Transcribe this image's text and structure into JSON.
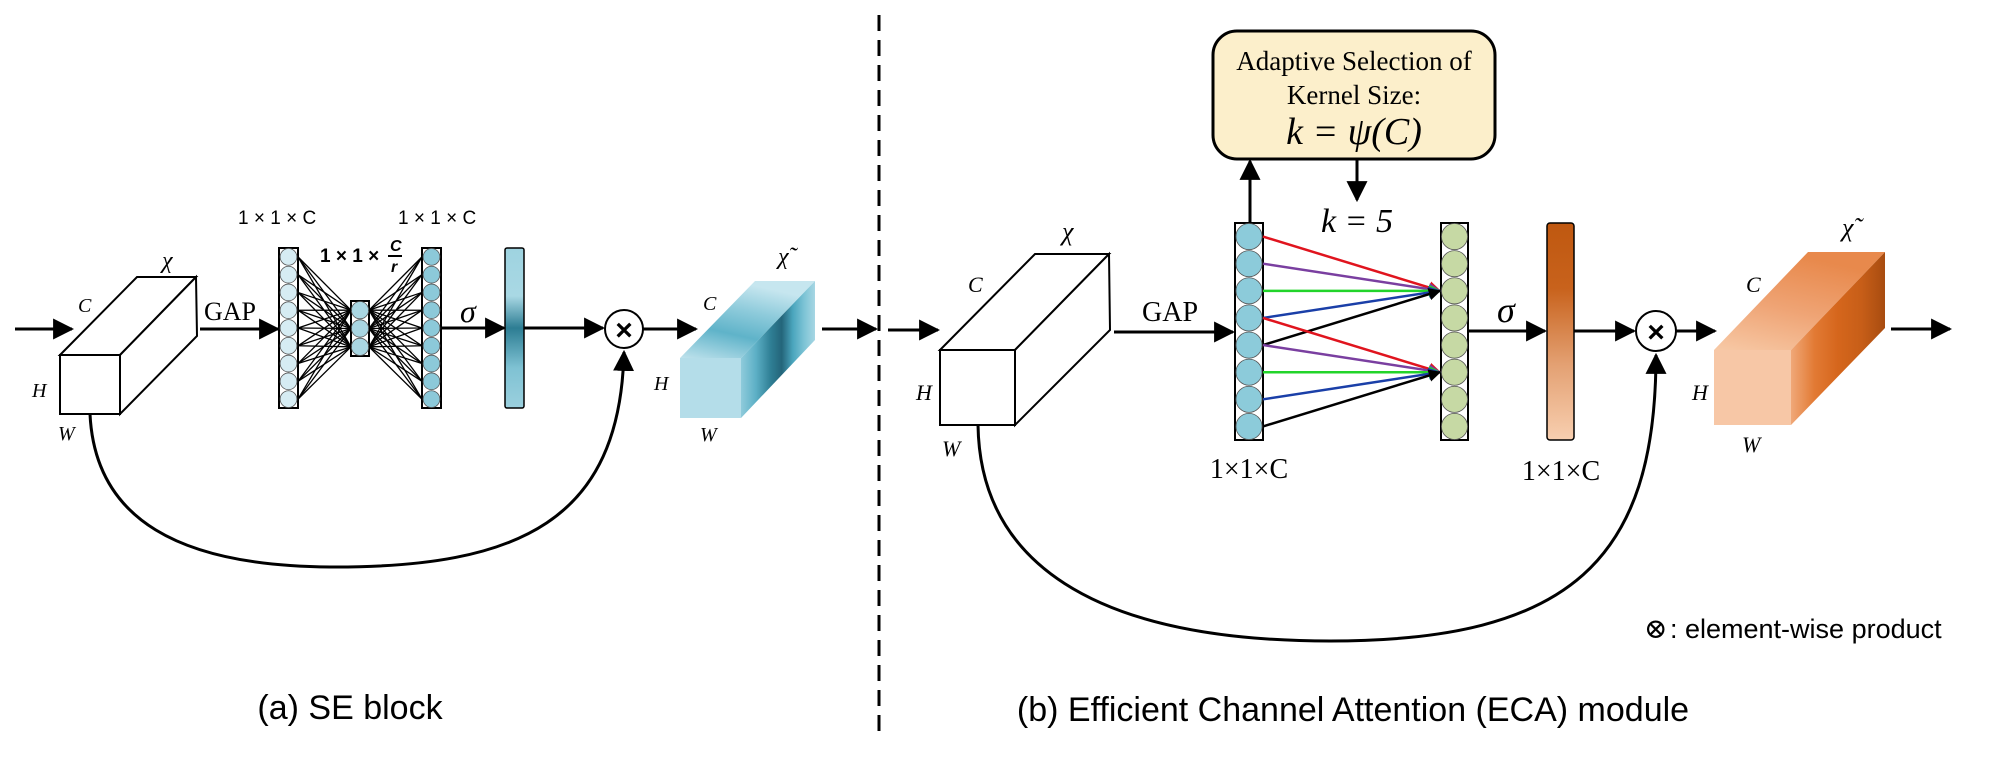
{
  "panel_a": {
    "caption": "(a) SE block",
    "input_tensor": {
      "symbol": "χ",
      "c": "C",
      "h": "H",
      "w": "W"
    },
    "gap_label": "GAP",
    "fc1_label": "1 × 1 × C",
    "bottleneck_label_prefix": "1 × 1 ×",
    "bottleneck_num": "C",
    "bottleneck_den": "r",
    "fc2_label": "1 × 1 × C",
    "sigma_label": "σ",
    "product_symbol": "×",
    "output_tensor": {
      "symbol": "χ̃",
      "c": "C",
      "h": "H",
      "w": "W"
    },
    "colors": {
      "light_node": "#d6ecf3",
      "mid_node": "#a9d6e2",
      "dark_node": "#8cc9d9",
      "weight_dark": "#2d7d93"
    }
  },
  "panel_b": {
    "caption": "(b) Efficient Channel Attention (ECA) module",
    "input_tensor": {
      "symbol": "χ",
      "c": "C",
      "h": "H",
      "w": "W"
    },
    "gap_label": "GAP",
    "kernel_box": {
      "line1": "Adaptive Selection of",
      "line2": "Kernel Size:",
      "formula": "k = ψ(C)"
    },
    "k_value": "k = 5",
    "conv_in_label": "1×1×C",
    "sigma_label": "σ",
    "weights_label": "1×1×C",
    "product_symbol": "×",
    "output_tensor": {
      "symbol": "χ̃",
      "c": "C",
      "h": "H",
      "w": "W"
    },
    "edge_colors": [
      "#e0141e",
      "#7a3fa0",
      "#22d42a",
      "#1a3fa8",
      "#000000"
    ],
    "colors": {
      "in_node": "#8ccbda",
      "out_node": "#c6d9a4",
      "box_fill": "#fcefcb",
      "weight_top": "#c05a10",
      "weight_bottom": "#f6c9a7"
    }
  },
  "legend": {
    "symbol": "⊗",
    "text": ": element-wise product"
  }
}
